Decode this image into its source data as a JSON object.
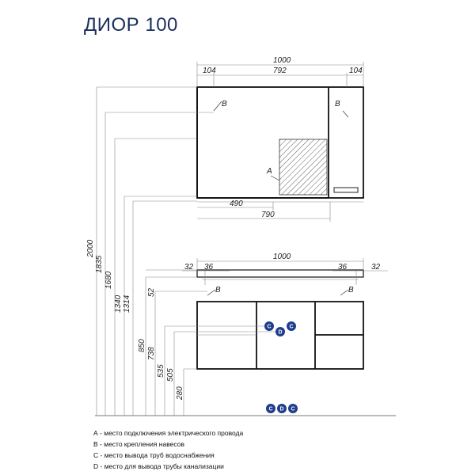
{
  "title": "ДИОР 100",
  "top_cabinet": {
    "width": "1000",
    "inner_width": "792",
    "side_left": "104",
    "side_right": "104",
    "bottom_dim_1": "490",
    "bottom_dim_2": "790",
    "marker_b": "B",
    "marker_a": "A"
  },
  "vanity": {
    "width": "1000",
    "left_offset_1": "32",
    "left_offset_2": "36",
    "right_offset_1": "36",
    "right_offset_2": "32",
    "marker_b": "B",
    "marker_c": "C",
    "marker_d": "D"
  },
  "heights": [
    "2000",
    "1835",
    "1680",
    "1340",
    "1314",
    "52",
    "850",
    "738",
    "535",
    "505",
    "280"
  ],
  "legend": [
    "А - место подключения электрического провода",
    "В - место крепления навесов",
    "С - место вывода труб водоснабжения",
    "D - место для вывода трубы канализации"
  ],
  "colors": {
    "badge": "#1f3d8c",
    "title": "#1a2e5c"
  }
}
